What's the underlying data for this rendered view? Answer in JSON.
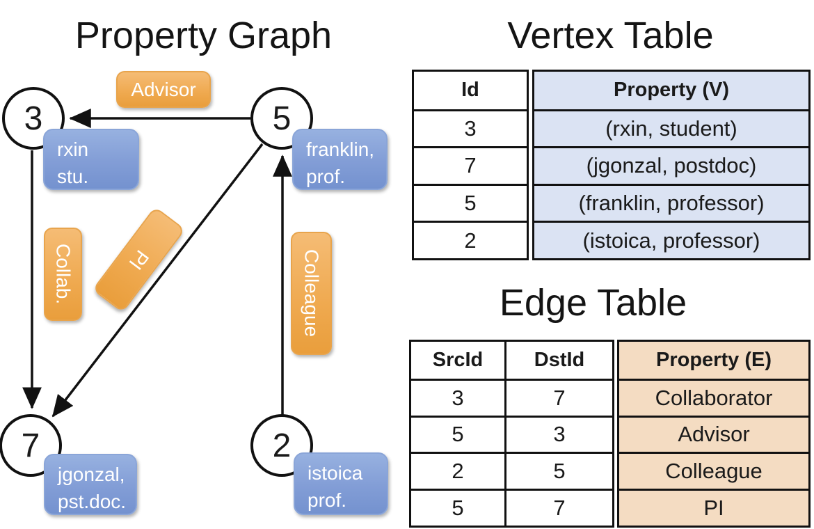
{
  "graph": {
    "title": "Property Graph",
    "nodes": [
      {
        "id": "3",
        "label_lines": [
          "rxin",
          "stu."
        ]
      },
      {
        "id": "5",
        "label_lines": [
          "franklin,",
          "prof."
        ]
      },
      {
        "id": "7",
        "label_lines": [
          "jgonzal,",
          "pst.doc."
        ]
      },
      {
        "id": "2",
        "label_lines": [
          "istoica",
          "prof."
        ]
      }
    ],
    "edge_labels": {
      "advisor": "Advisor",
      "collab": "Collab.",
      "pi": "PI",
      "colleague": "Colleague"
    }
  },
  "vertex_table": {
    "title": "Vertex Table",
    "columns": [
      "Id",
      "Property (V)"
    ],
    "rows": [
      [
        "3",
        "(rxin, student)"
      ],
      [
        "7",
        "(jgonzal, postdoc)"
      ],
      [
        "5",
        "(franklin, professor)"
      ],
      [
        "2",
        "(istoica, professor)"
      ]
    ]
  },
  "edge_table": {
    "title": "Edge Table",
    "columns": [
      "SrcId",
      "DstId",
      "Property (E)"
    ],
    "rows": [
      [
        "3",
        "7",
        "Collaborator"
      ],
      [
        "5",
        "3",
        "Advisor"
      ],
      [
        "2",
        "5",
        "Colleague"
      ],
      [
        "5",
        "7",
        "PI"
      ]
    ]
  },
  "colors": {
    "edge_box_orange": "#efa94f",
    "vertex_box_blue": "#829dd6",
    "vertex_cell_fill": "#dbe3f3",
    "edge_cell_fill": "#f4dcc2",
    "ink": "#1a1a1a"
  }
}
